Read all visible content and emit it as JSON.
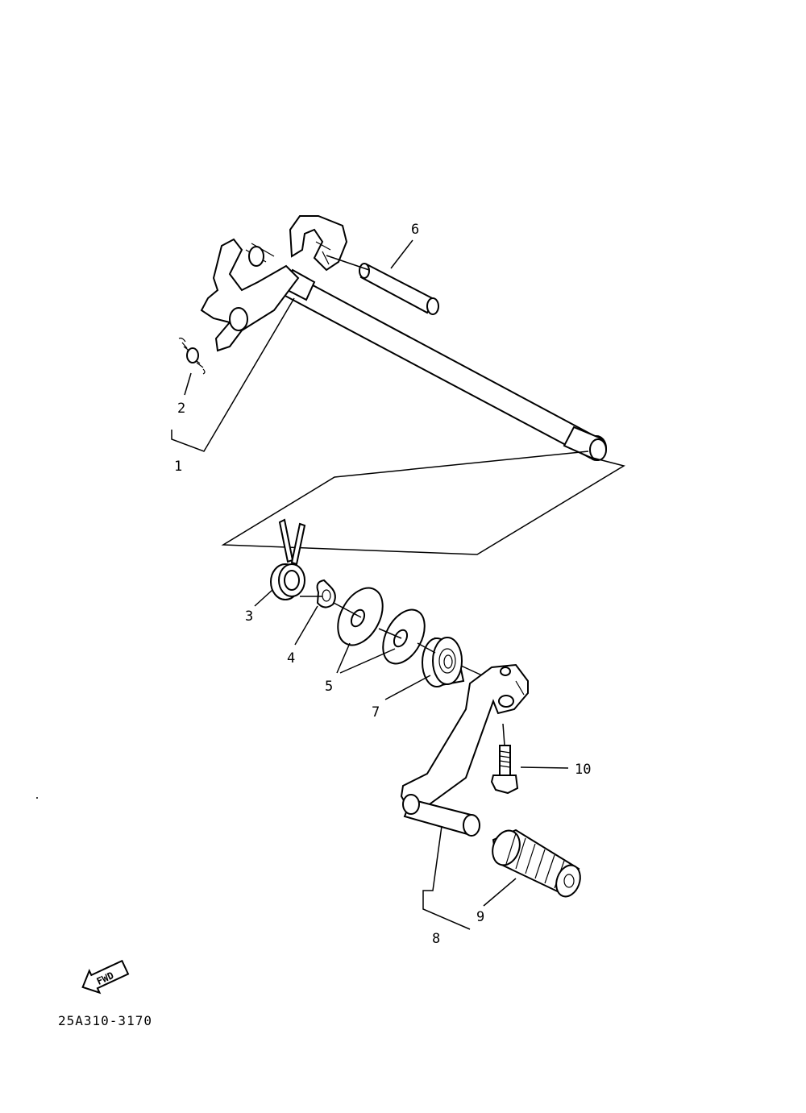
{
  "diagram": {
    "callouts": {
      "c1": "1",
      "c2": "2",
      "c3": "3",
      "c4": "4",
      "c5": "5",
      "c6": "6",
      "c7": "7",
      "c8": "8",
      "c9": "9",
      "c10": "10"
    },
    "fwd_badge": "FWD",
    "drawing_code": "25A310-3170"
  }
}
